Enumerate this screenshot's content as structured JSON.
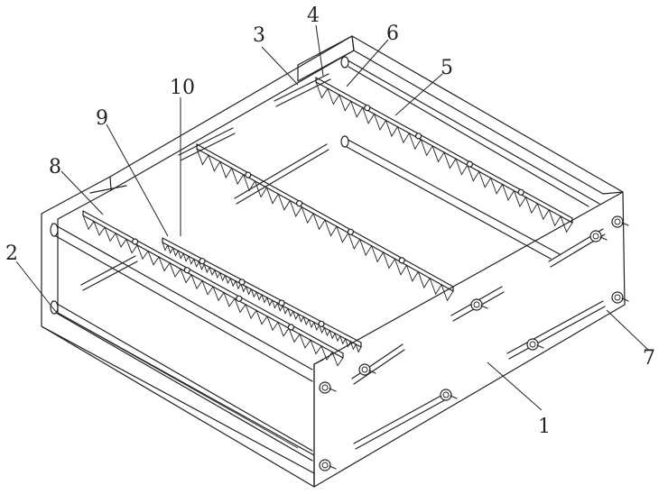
{
  "figure": {
    "callouts": [
      {
        "id": "c1",
        "text": "1"
      },
      {
        "id": "c2",
        "text": "2"
      },
      {
        "id": "c3",
        "text": "3"
      },
      {
        "id": "c4",
        "text": "4"
      },
      {
        "id": "c5",
        "text": "5"
      },
      {
        "id": "c6",
        "text": "6"
      },
      {
        "id": "c7",
        "text": "7"
      },
      {
        "id": "c8",
        "text": "8"
      },
      {
        "id": "c9",
        "text": "9"
      },
      {
        "id": "c10",
        "text": "10"
      }
    ]
  },
  "colors": {
    "line": "#222222",
    "background": "#ffffff"
  }
}
